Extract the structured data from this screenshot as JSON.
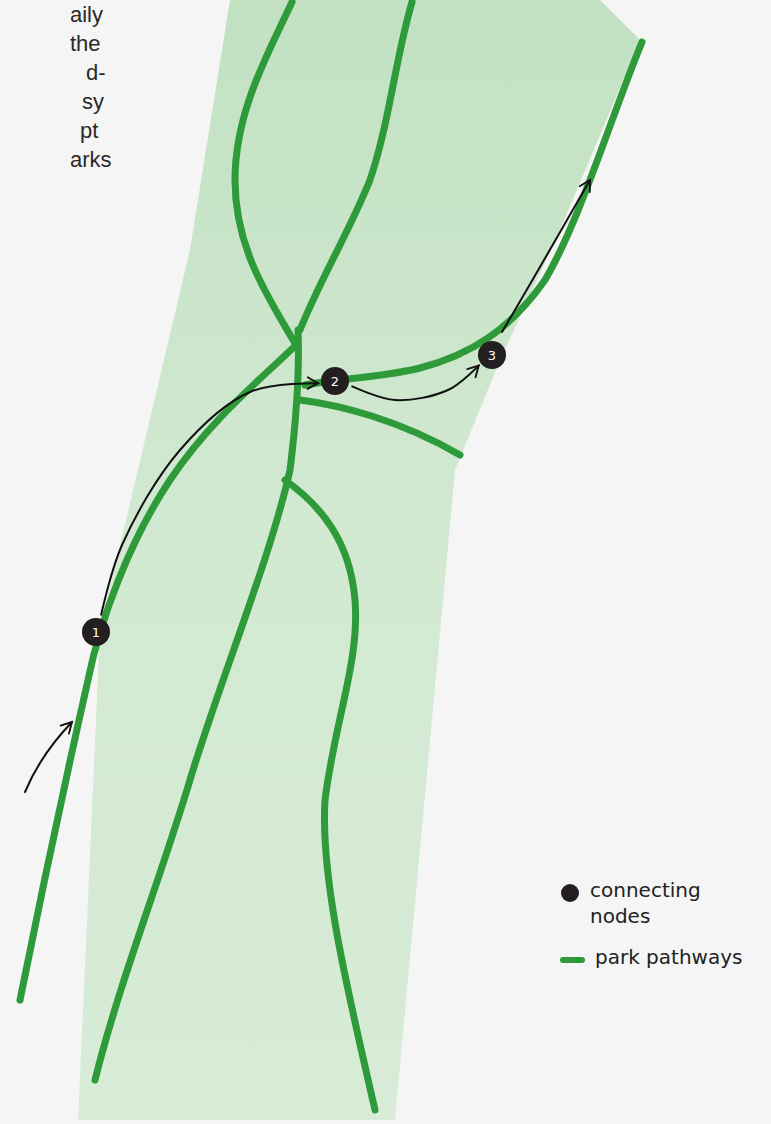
{
  "diagram": {
    "nodes": [
      {
        "text": [
          "1"
        ]
      },
      {
        "text": [
          "2"
        ]
      },
      {
        "text": [
          "3"
        ]
      }
    ],
    "edges": [
      {
        "from": 0,
        "to": 1,
        "arrow": "to"
      },
      {
        "from": 1,
        "to": 2,
        "arrow": "to"
      }
    ],
    "labels": [
      "aily",
      "the",
      "d-",
      "sy",
      "pt",
      "arks"
    ],
    "legend": [
      {
        "text": "connecting nodes",
        "color": "#231f20"
      },
      {
        "text": "park pathways"
      }
    ]
  }
}
